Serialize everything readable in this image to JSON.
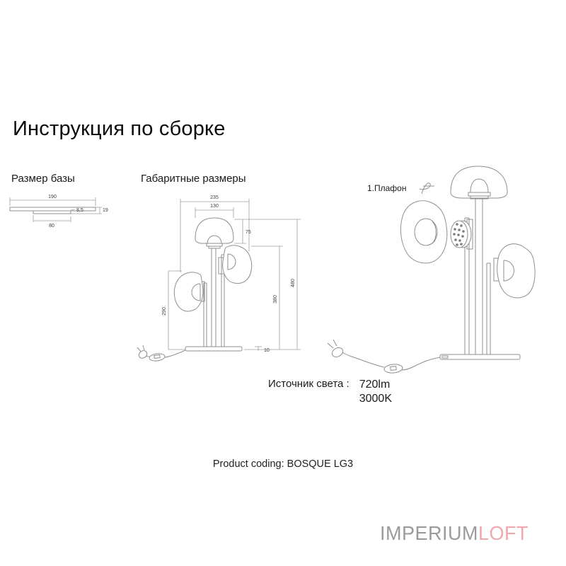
{
  "page": {
    "title": "Инструкция по сборке",
    "product_coding": "Product coding: BOSQUE LG3"
  },
  "base_size": {
    "label": "Размер базы",
    "dims": {
      "overall_width": "190",
      "plate_thickness": "8,5",
      "total_height": "19",
      "inner_width": "80"
    }
  },
  "overall_size": {
    "label": "Габаритные размеры",
    "dims": {
      "overall_width": "235",
      "shade_width": "130",
      "shade_height": "75",
      "total_height": "480",
      "mid_shade_height": "380",
      "low_shade_height": "290",
      "base_thickness": "10"
    }
  },
  "assembly": {
    "step1_label": "1.Плафон"
  },
  "light_source": {
    "label": "Источник света :",
    "lumens": "720lm",
    "temperature": "3000K"
  },
  "watermark": {
    "part1": "IMPERIUM",
    "part2": "LOFT",
    "color1": "#9b9b9f",
    "color2": "#f0a7ad"
  }
}
